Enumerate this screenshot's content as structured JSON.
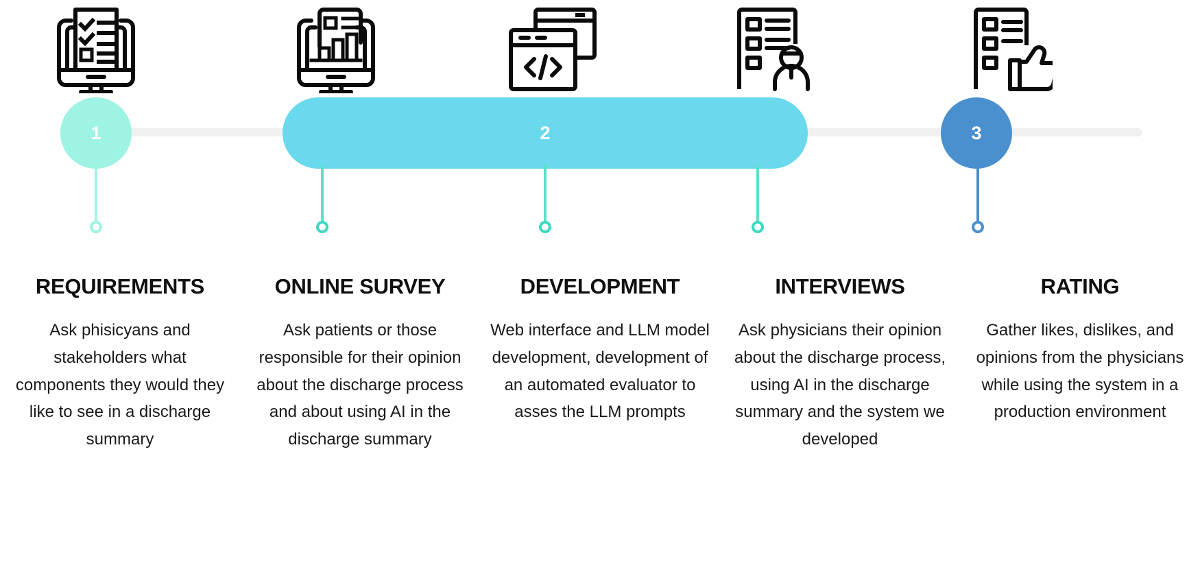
{
  "diagram": {
    "type": "process-timeline",
    "title": "",
    "background_color": "#ffffff",
    "track_color": "#f0f0f0",
    "phases": [
      {
        "number": "1",
        "color": "#9ef3e3",
        "label": "1"
      },
      {
        "number": "2",
        "color": "#6ad9ed",
        "label": "2"
      },
      {
        "number": "3",
        "color": "#4a90ce",
        "label": "3"
      }
    ],
    "steps": [
      {
        "icon": "monitor-checklist-icon",
        "title": "REQUIREMENTS",
        "description": "Ask phisicyans and stakeholders what components they would they like to see in a discharge summary",
        "stem_color": "#9ef3e3",
        "dot_color": "#9ef3e3"
      },
      {
        "icon": "monitor-bar-chart-icon",
        "title": "ONLINE SURVEY",
        "description": "Ask patients or those responsible for their opinion about the discharge process and about using AI in the discharge summary",
        "stem_color": "#5ce0c8",
        "dot_color": "#3fd9c0"
      },
      {
        "icon": "code-window-icon",
        "title": "DEVELOPMENT",
        "description": "Web interface and LLM model development, development of an automated evaluator to asses the LLM prompts",
        "stem_color": "#5ce0c8",
        "dot_color": "#3fd9c0"
      },
      {
        "icon": "clipboard-person-icon",
        "title": "INTERVIEWS",
        "description": "Ask physicians their opinion about the discharge process, using AI in the discharge summary and the system we developed",
        "stem_color": "#5ce0c8",
        "dot_color": "#3fd9c0"
      },
      {
        "icon": "clipboard-thumbs-up-icon",
        "title": "RATING",
        "description": "Gather likes, dislikes, and opinions from the physicians while using the system in a production environment",
        "stem_color": "#4a90ce",
        "dot_color": "#4a90ce"
      }
    ]
  }
}
